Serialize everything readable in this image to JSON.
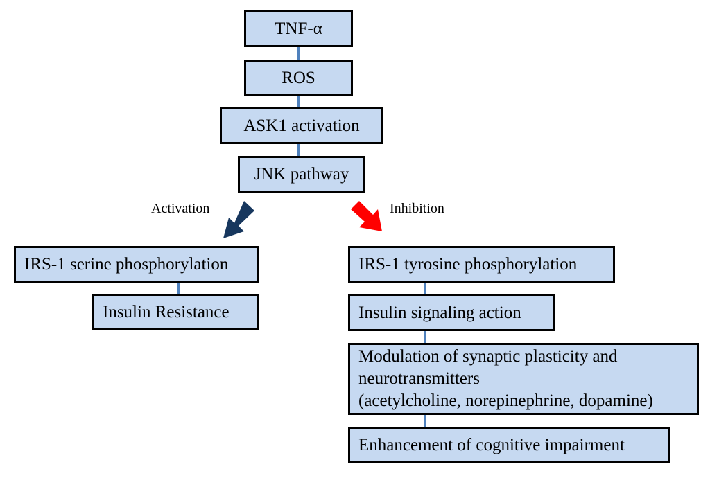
{
  "diagram": {
    "top_chain": [
      "TNF-α",
      "ROS",
      "ASK1 activation",
      "JNK pathway"
    ],
    "branches": {
      "activation": {
        "label": "Activation",
        "arrow_color": "#17375e",
        "boxes": [
          "IRS-1 serine phosphorylation",
          "Insulin Resistance"
        ]
      },
      "inhibition": {
        "label": "Inhibition",
        "arrow_color": "#ff0000",
        "boxes": [
          "IRS-1 tyrosine phosphorylation",
          "Insulin signaling action",
          [
            "Modulation of synaptic plasticity and",
            "neurotransmitters",
            "(acetylcholine, norepinephrine, dopamine)"
          ],
          "Enhancement of cognitive impairment"
        ]
      }
    },
    "colors": {
      "box_fill": "#c6d9f1",
      "box_border": "#000000",
      "connector": "#4f81bd"
    }
  }
}
